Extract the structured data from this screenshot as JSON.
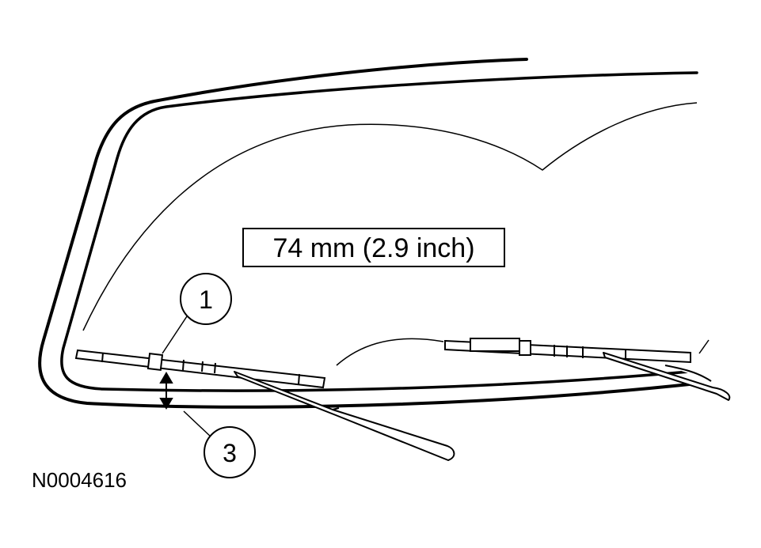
{
  "measurement": {
    "label": "74 mm (2.9 inch)"
  },
  "callouts": [
    {
      "number": "1",
      "target": "wiper-blade-tip"
    },
    {
      "number": "3",
      "target": "windshield-lower-edge"
    }
  ],
  "figure_id": "N0004616",
  "colors": {
    "ink": "#000000",
    "background": "#ffffff"
  }
}
